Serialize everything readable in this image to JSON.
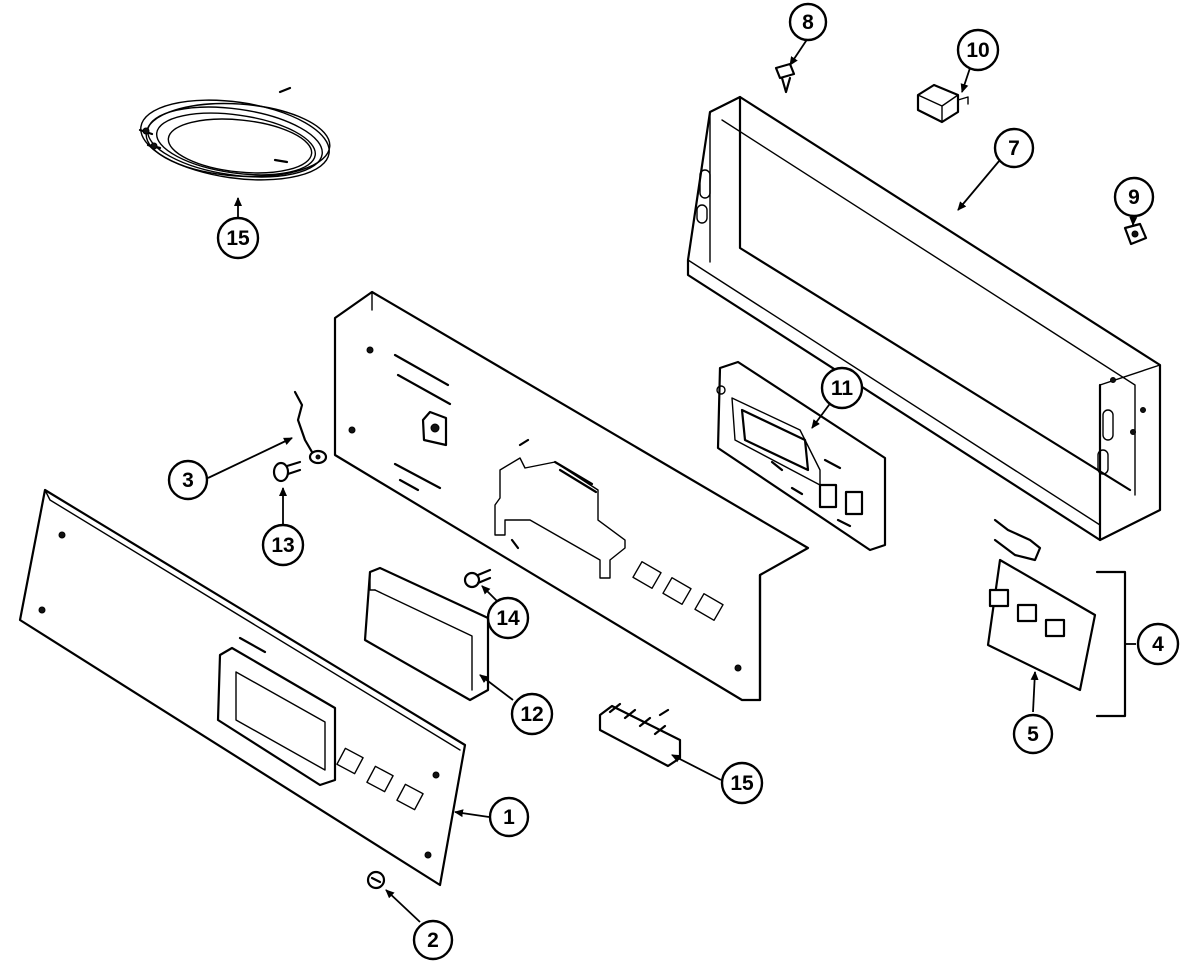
{
  "callouts": [
    {
      "id": "c1",
      "label": "1"
    },
    {
      "id": "c2",
      "label": "2"
    },
    {
      "id": "c3",
      "label": "3"
    },
    {
      "id": "c4",
      "label": "4"
    },
    {
      "id": "c5",
      "label": "5"
    },
    {
      "id": "c7",
      "label": "7"
    },
    {
      "id": "c8",
      "label": "8"
    },
    {
      "id": "c9",
      "label": "9"
    },
    {
      "id": "c10",
      "label": "10"
    },
    {
      "id": "c11",
      "label": "11"
    },
    {
      "id": "c12",
      "label": "12"
    },
    {
      "id": "c13",
      "label": "13"
    },
    {
      "id": "c14",
      "label": "14"
    },
    {
      "id": "c15a",
      "label": "15"
    },
    {
      "id": "c15b",
      "label": "15"
    }
  ]
}
